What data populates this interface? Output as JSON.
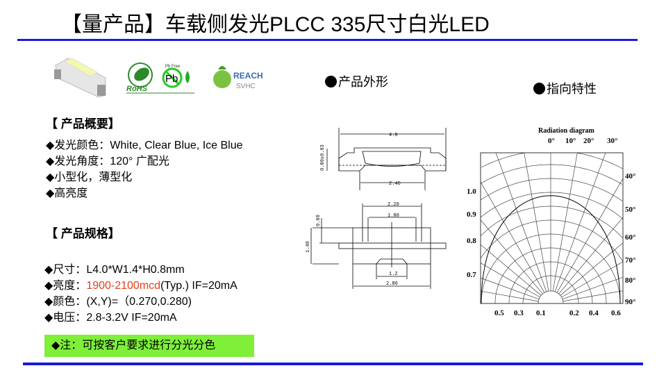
{
  "title": "【量产品】车载侧发光PLCC 335尺寸白光LED",
  "logos": {
    "rohs": "RoHS",
    "pb": "Pb",
    "pb_small": "Pb Free",
    "reach": "REACH",
    "svhc": "SVHC"
  },
  "overview": {
    "heading": "【 产品概要】",
    "items": [
      "◆发光颜色：White, Clear Blue, Ice Blue",
      "◆发光角度：120°  广配光",
      "◆小型化，薄型化",
      "◆高亮度"
    ]
  },
  "specs": {
    "heading": "【 产品规格】",
    "items": [
      {
        "label": "◆尺寸：",
        "value": "L4.0*W1.4*H0.8mm"
      },
      {
        "label": "◆亮度：",
        "highlight": "1900-2100mcd",
        "value": "(Typ.) IF=20mA"
      },
      {
        "label": "◆颜色：",
        "value": "(X,Y)=（0.270,0.280)"
      },
      {
        "label": "◆电压：",
        "value": "2.8-3.2V IF=20mA"
      }
    ]
  },
  "note": "◆注：可按客户要求进行分光分色",
  "shape_heading": "产品外形",
  "dims": {
    "length": "4.0",
    "height": "0.80±0.03",
    "pad": "2.46",
    "top_w": "2.20",
    "inner_w": "1.80",
    "lens_h": "0.60",
    "width": "1.40",
    "pad2": "1.2",
    "base": "2.86"
  },
  "char_heading": "指向特性",
  "chart_data": {
    "type": "polar",
    "title": "Radiation diagram",
    "angle_labels": [
      "0°",
      "10°",
      "20°",
      "30°",
      "40°",
      "50°",
      "60°",
      "70°",
      "80°",
      "90°"
    ],
    "left_scale": [
      "1.0",
      "0.9",
      "0.8",
      "0.7"
    ],
    "bottom_scale": [
      "0.5",
      "0.3",
      "0.1",
      "0.2",
      "0.4",
      "0.6"
    ]
  },
  "colors": {
    "rule": "#1a1adc",
    "note_bg": "#7fef3a",
    "highlight": "#e0401a"
  }
}
